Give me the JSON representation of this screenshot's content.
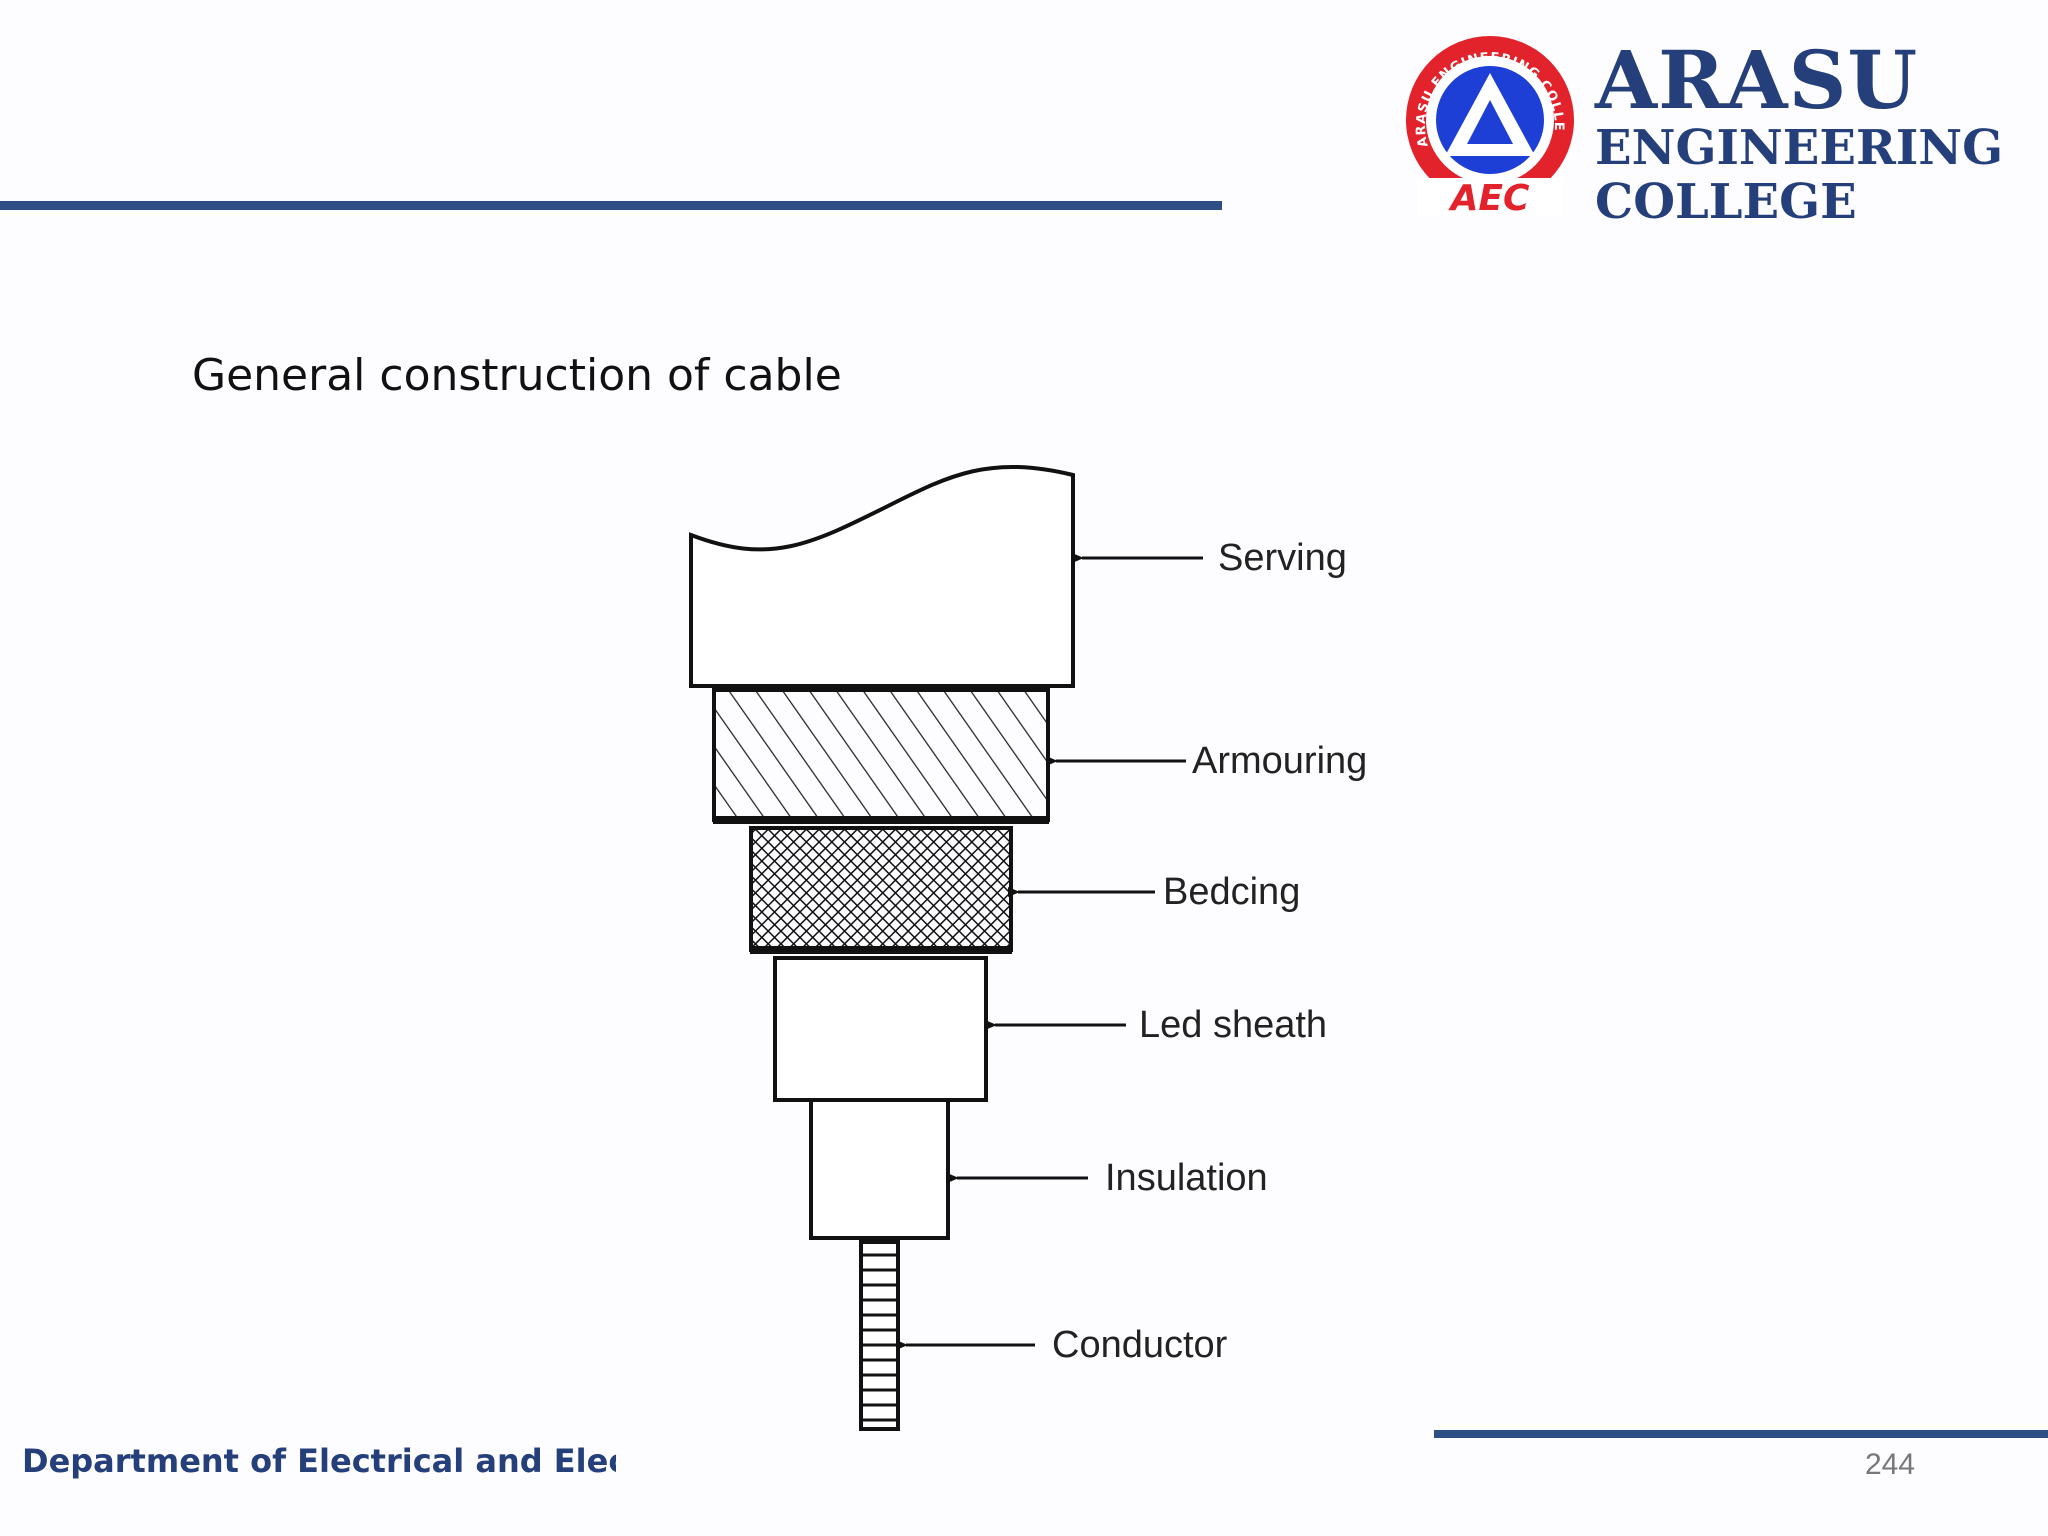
{
  "header": {
    "logo": {
      "ring_text_top": "ARASU ENGINEERING COLLEGE",
      "initials": "AEC",
      "ring_color": "#e3232b",
      "triangle_color": "#1e3fd6"
    },
    "college_name": {
      "line1": "ARASU",
      "line2": "ENGINEERING",
      "line3": "COLLEGE"
    },
    "accent_color": "#2e4e86"
  },
  "slide": {
    "title": "General construction of cable"
  },
  "diagram": {
    "labels": {
      "serving": "Serving",
      "armouring": "Armouring",
      "bedding": "Bedcing",
      "lead_sheath": "Led sheath",
      "insulation": "Insulation",
      "conductor": "Conductor"
    }
  },
  "footer": {
    "department": "Department of Electrical and Electronics Engineering",
    "page_number": "244"
  }
}
